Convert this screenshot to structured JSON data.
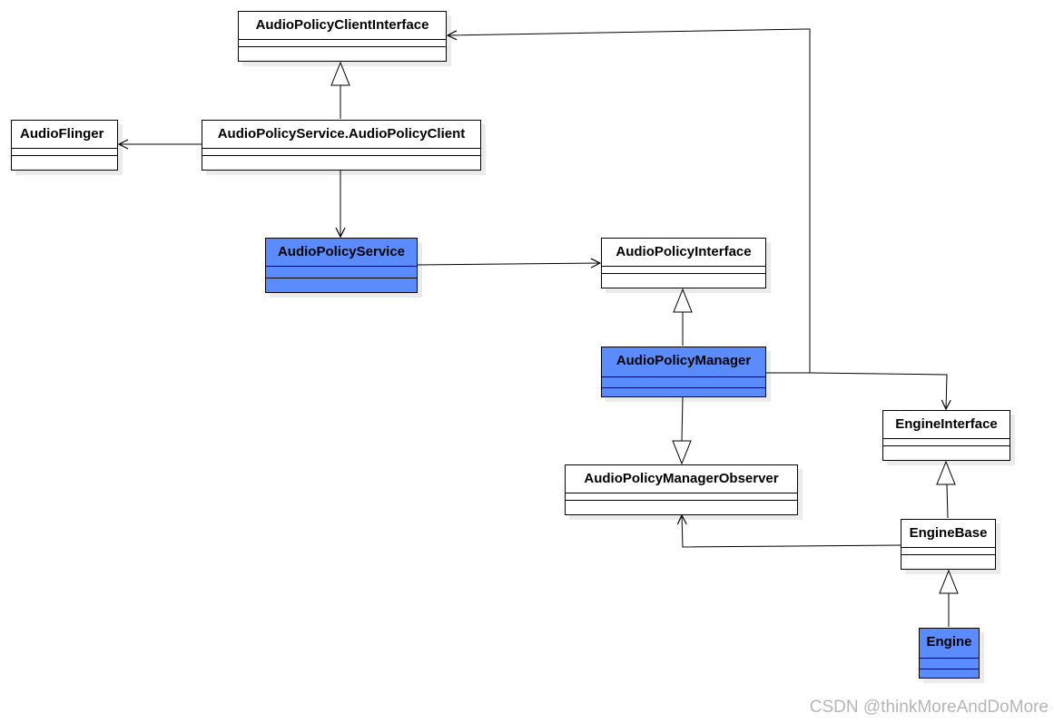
{
  "colors": {
    "highlight_fill": "#5b8cff",
    "default_fill": "#ffffff",
    "line": "#000000"
  },
  "classes": {
    "audio_policy_client_interface": {
      "name": "AudioPolicyClientInterface",
      "highlighted": false
    },
    "audio_flinger": {
      "name": "AudioFlinger",
      "highlighted": false
    },
    "audio_policy_client": {
      "name": "AudioPolicyService.AudioPolicyClient",
      "highlighted": false
    },
    "audio_policy_service": {
      "name": "AudioPolicyService",
      "highlighted": true
    },
    "audio_policy_interface": {
      "name": "AudioPolicyInterface",
      "highlighted": false
    },
    "audio_policy_manager": {
      "name": "AudioPolicyManager",
      "highlighted": true
    },
    "audio_policy_manager_observer": {
      "name": "AudioPolicyManagerObserver",
      "highlighted": false
    },
    "engine_interface": {
      "name": "EngineInterface",
      "highlighted": false
    },
    "engine_base": {
      "name": "EngineBase",
      "highlighted": false
    },
    "engine": {
      "name": "Engine",
      "highlighted": true
    }
  },
  "relations": [
    {
      "from": "audio_policy_client",
      "to": "audio_policy_client_interface",
      "kind": "inheritance"
    },
    {
      "from": "audio_policy_client",
      "to": "audio_flinger",
      "kind": "association"
    },
    {
      "from": "audio_policy_client",
      "to": "audio_policy_service",
      "kind": "association"
    },
    {
      "from": "audio_policy_service",
      "to": "audio_policy_interface",
      "kind": "association"
    },
    {
      "from": "audio_policy_manager",
      "to": "audio_policy_interface",
      "kind": "inheritance"
    },
    {
      "from": "audio_policy_manager",
      "to": "audio_policy_manager_observer",
      "kind": "inheritance"
    },
    {
      "from": "audio_policy_manager",
      "to": "audio_policy_client_interface",
      "kind": "association"
    },
    {
      "from": "audio_policy_manager",
      "to": "engine_interface",
      "kind": "association"
    },
    {
      "from": "engine_base",
      "to": "engine_interface",
      "kind": "inheritance"
    },
    {
      "from": "engine",
      "to": "engine_base",
      "kind": "inheritance"
    },
    {
      "from": "engine_base",
      "to": "audio_policy_manager_observer",
      "kind": "association"
    }
  ],
  "watermark": "CSDN @thinkMoreAndDoMore"
}
